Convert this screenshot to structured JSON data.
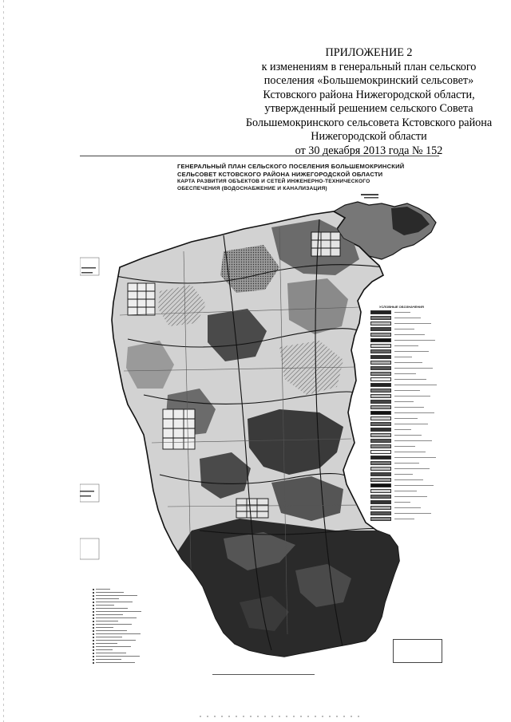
{
  "appendix": {
    "lines": [
      "ПРИЛОЖЕНИЕ 2",
      "к изменениям в генеральный план сельского",
      "поселения «Большемокринский сельсовет»",
      "Кстовского района Нижегородской области,",
      "утвержденный решением сельского Совета",
      "Большемокринского сельсовета Кстовского района",
      "Нижегородской области",
      "от 30 декабря 2013 года № 152"
    ]
  },
  "map": {
    "title_lines": [
      "ГЕНЕРАЛЬНЫЙ ПЛАН СЕЛЬСКОГО ПОСЕЛЕНИЯ БОЛЬШЕМОКРИНСКИЙ",
      "СЕЛЬСОВЕТ КСТОВСКОГО РАЙОНА НИЖЕГОРОДСКОЙ ОБЛАСТИ"
    ],
    "subtitle_lines": [
      "КАРТА РАЗВИТИЯ ОБЪЕКТОВ И СЕТЕЙ ИНЖЕНЕРНО-ТЕХНИЧЕСКОГО",
      "ОБЕСПЕЧЕНИЯ (ВОДОСНАБЖЕНИЕ И КАНАЛИЗАЦИЯ)"
    ],
    "legend_title": "УСЛОВНЫЕ ОБОЗНАЧЕНИЯ"
  },
  "colors": {
    "dark_fill": "#2a2a2a",
    "mid_fill": "#6b6b6b",
    "light_fill": "#b4b4b4",
    "boundary": "#111111"
  }
}
